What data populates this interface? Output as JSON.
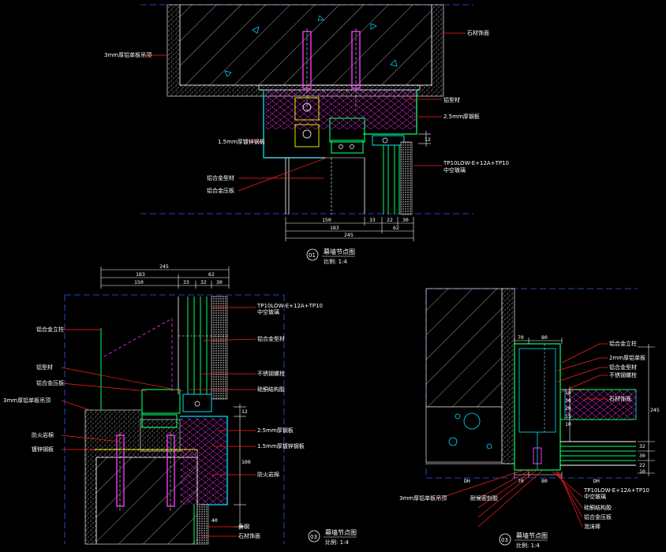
{
  "colors": {
    "background": "#000000",
    "concrete": "#c8c8c8",
    "hatch": "#ffffff",
    "glass": "#00ff66",
    "profile": "#00e0ff",
    "anchor": "#ff33ff",
    "leader": "#ff2020",
    "dimension": "#ffffff",
    "axis": "#3355ff"
  },
  "details": [
    {
      "number": "01",
      "title": "幕墙节点图",
      "scale": "比例: 1:4",
      "labels": {
        "left_top": "3mm厚铝单板吊顶",
        "right_top": "石材饰面",
        "r1": "铝型材",
        "r2": "2.5mm厚钢板",
        "glass_spec": "TP10LOW-E+12A+TP10",
        "glass_spec2": "中空玻璃",
        "l1": "1.5mm厚镀锌钢板",
        "l2": "铝合金型材",
        "l3": "铝合金压板"
      },
      "dims": {
        "bottom_row1": [
          "150",
          "33",
          "22",
          "30"
        ],
        "bottom_row2": [
          "183",
          "62"
        ],
        "total": "245",
        "side": "12"
      }
    },
    {
      "number": "03",
      "title": "幕墙节点图",
      "scale": "比例: 1:4",
      "labels": {
        "glass_spec": "TP10LOW-E+12A+TP10",
        "glass_spec2": "中空玻璃",
        "l_axis": "铝合金立柱",
        "l1": "铝型材",
        "l2": "铝合金压板",
        "l3": "3mm厚铝单板吊顶",
        "l4": "防火岩棉",
        "l5": "镀锌钢板",
        "r1": "铝合金型材",
        "r2": "不锈钢螺栓",
        "r3": "硅酮结构胶",
        "r4": "2.5mm厚钢板",
        "r5": "1.5mm厚镀锌钢板",
        "r6": "防火岩棉",
        "r7": "角钢",
        "r8": "石材饰面"
      },
      "dims": {
        "top_total": "245",
        "top_row2": [
          "183",
          "62"
        ],
        "top_row3": [
          "150",
          "33",
          "32",
          "30"
        ],
        "side": [
          "12",
          "100",
          "40"
        ]
      }
    },
    {
      "number": "03",
      "title": "幕墙节点图",
      "scale": "比例: 1:4",
      "labels": {
        "r1": "铝合金立柱",
        "r2": "2mm厚铝单板",
        "r3": "铝合金型材",
        "r4": "不锈钢螺栓",
        "r5": "石材饰面",
        "b_spec": "TP10LOW-E+12A+TP10",
        "b_spec2": "中空玻璃",
        "b1": "硅酮结构胶",
        "b2": "铝合金压板",
        "b3": "泡沫棒",
        "b4": "耐候密封胶",
        "b5": "3mm厚铝单板吊顶"
      },
      "dims": {
        "top": [
          "70",
          "80"
        ],
        "bottom": [
          "70",
          "80"
        ],
        "side_mid": [
          "10",
          "30",
          "20",
          "15",
          "10"
        ],
        "side_total": "245",
        "side_bottom": [
          "32",
          "30",
          "22",
          "10"
        ],
        "axis": "DH"
      }
    }
  ]
}
